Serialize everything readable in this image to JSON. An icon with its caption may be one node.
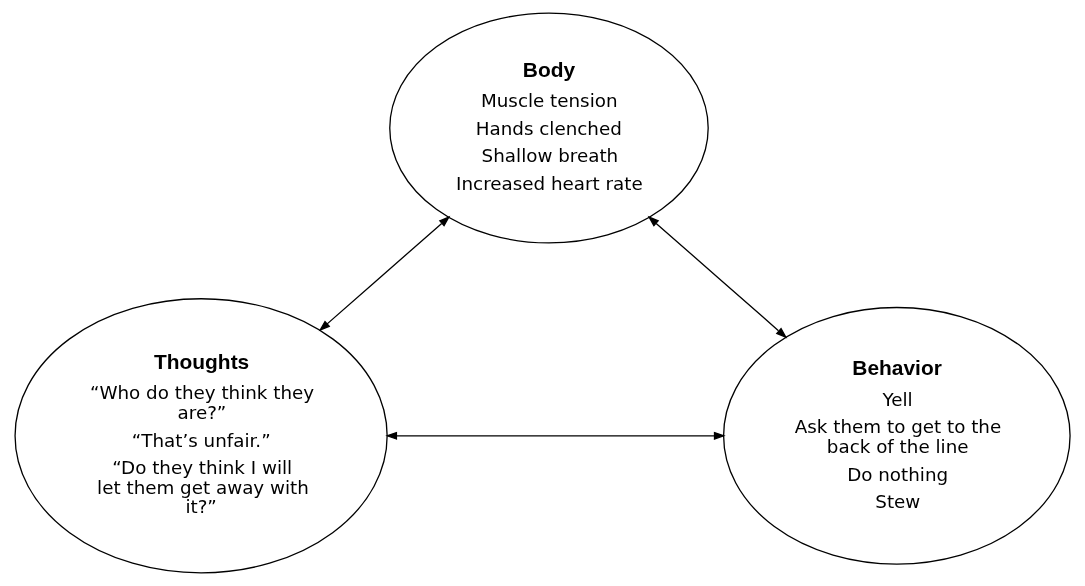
{
  "diagram": {
    "nodes": [
      {
        "text": [
          "Body",
          "Muscle tension",
          "Hands clenched",
          "Shallow breath",
          "Increased heart rate"
        ]
      },
      {
        "text": [
          "Thoughts",
          "“Who do they think they are?”",
          "“That’s unfair.”",
          "“Do they think I will let them get away with it?”"
        ]
      },
      {
        "text": [
          "Behavior",
          "Yell",
          "Ask them to get to the back of the line",
          "Do nothing",
          "Stew"
        ]
      }
    ],
    "edges": [
      {
        "from": 0,
        "to": 1,
        "arrow": "both"
      },
      {
        "from": 0,
        "to": 2,
        "arrow": "both"
      },
      {
        "from": 1,
        "to": 2,
        "arrow": "both"
      }
    ]
  }
}
